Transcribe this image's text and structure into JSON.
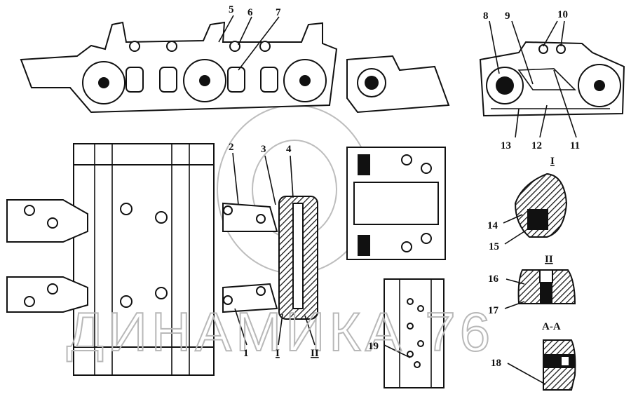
{
  "watermark": "ДИНАМИКА 76",
  "callouts": {
    "c1": "1",
    "c2": "2",
    "c3": "3",
    "c4": "4",
    "c5": "5",
    "c6": "6",
    "c7": "7",
    "c8": "8",
    "c9": "9",
    "c10": "10",
    "c11": "11",
    "c12": "12",
    "c13": "13",
    "c14": "14",
    "c15": "15",
    "c16": "16",
    "c17": "17",
    "c18": "18",
    "c19": "19"
  },
  "detail_marks": {
    "detail_i_bottom": "I",
    "detail_ii_bottom": "II",
    "detail_i_title": "I",
    "detail_ii_title": "II",
    "section_aa": "A-A"
  }
}
